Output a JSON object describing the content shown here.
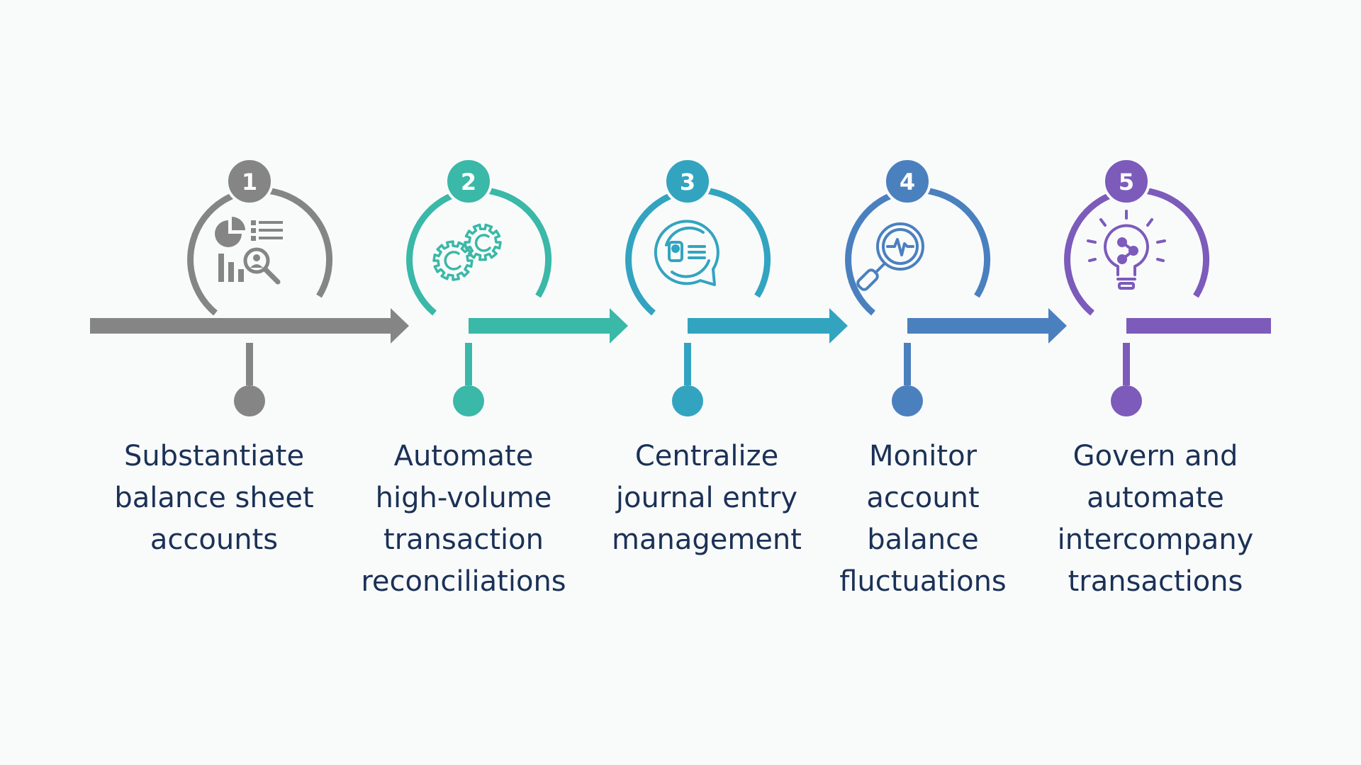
{
  "steps": [
    {
      "number": "1",
      "label": "Substantiate\nbalance sheet\naccounts",
      "color": "#858585",
      "icon": "data-analysis-icon"
    },
    {
      "number": "2",
      "label": "Automate\nhigh-volume\ntransaction\nreconciliations",
      "color": "#3ab8a8",
      "icon": "gears-icon"
    },
    {
      "number": "3",
      "label": "Centralize\njournal entry\nmanagement",
      "color": "#32a4c0",
      "icon": "journal-chat-icon"
    },
    {
      "number": "4",
      "label": "Monitor\naccount\nbalance\nfluctuations",
      "color": "#4b80bf",
      "icon": "magnifier-pulse-icon"
    },
    {
      "number": "5",
      "label": "Govern and\nautomate\nintercompany\ntransactions",
      "color": "#7c5bbb",
      "icon": "lightbulb-icon"
    }
  ]
}
